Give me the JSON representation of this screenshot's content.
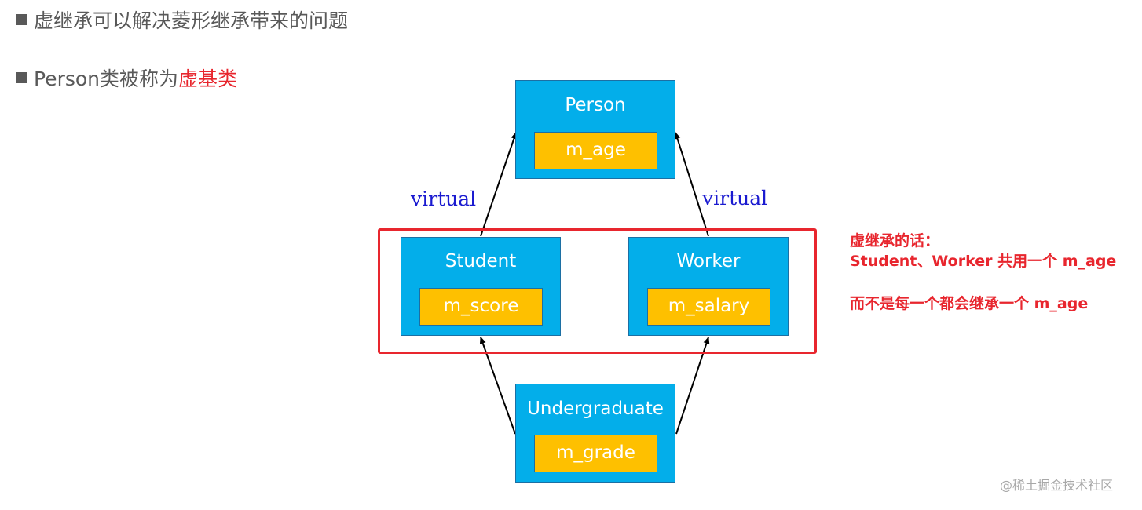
{
  "bullets": {
    "line1": "虚继承可以解决菱形继承带来的问题",
    "line2_prefix": "Person类被称为",
    "line2_highlight": "虚基类"
  },
  "classes": {
    "person": {
      "name": "Person",
      "member": "m_age"
    },
    "student": {
      "name": "Student",
      "member": "m_score"
    },
    "worker": {
      "name": "Worker",
      "member": "m_salary"
    },
    "undergraduate": {
      "name": "Undergraduate",
      "member": "m_grade"
    }
  },
  "edge_labels": {
    "left": "virtual",
    "right": "virtual"
  },
  "note": {
    "line1": "虚继承的话：",
    "line2": "Student、Worker 共用一个 m_age",
    "line3": "而不是每一个都会继承一个 m_age"
  },
  "watermark": "@稀土掘金技术社区",
  "colors": {
    "class_fill": "#03aeea",
    "member_fill": "#fec000",
    "accent_red": "#e8262e",
    "virtual_blue": "#1a1ad0",
    "body_text": "#595959"
  }
}
